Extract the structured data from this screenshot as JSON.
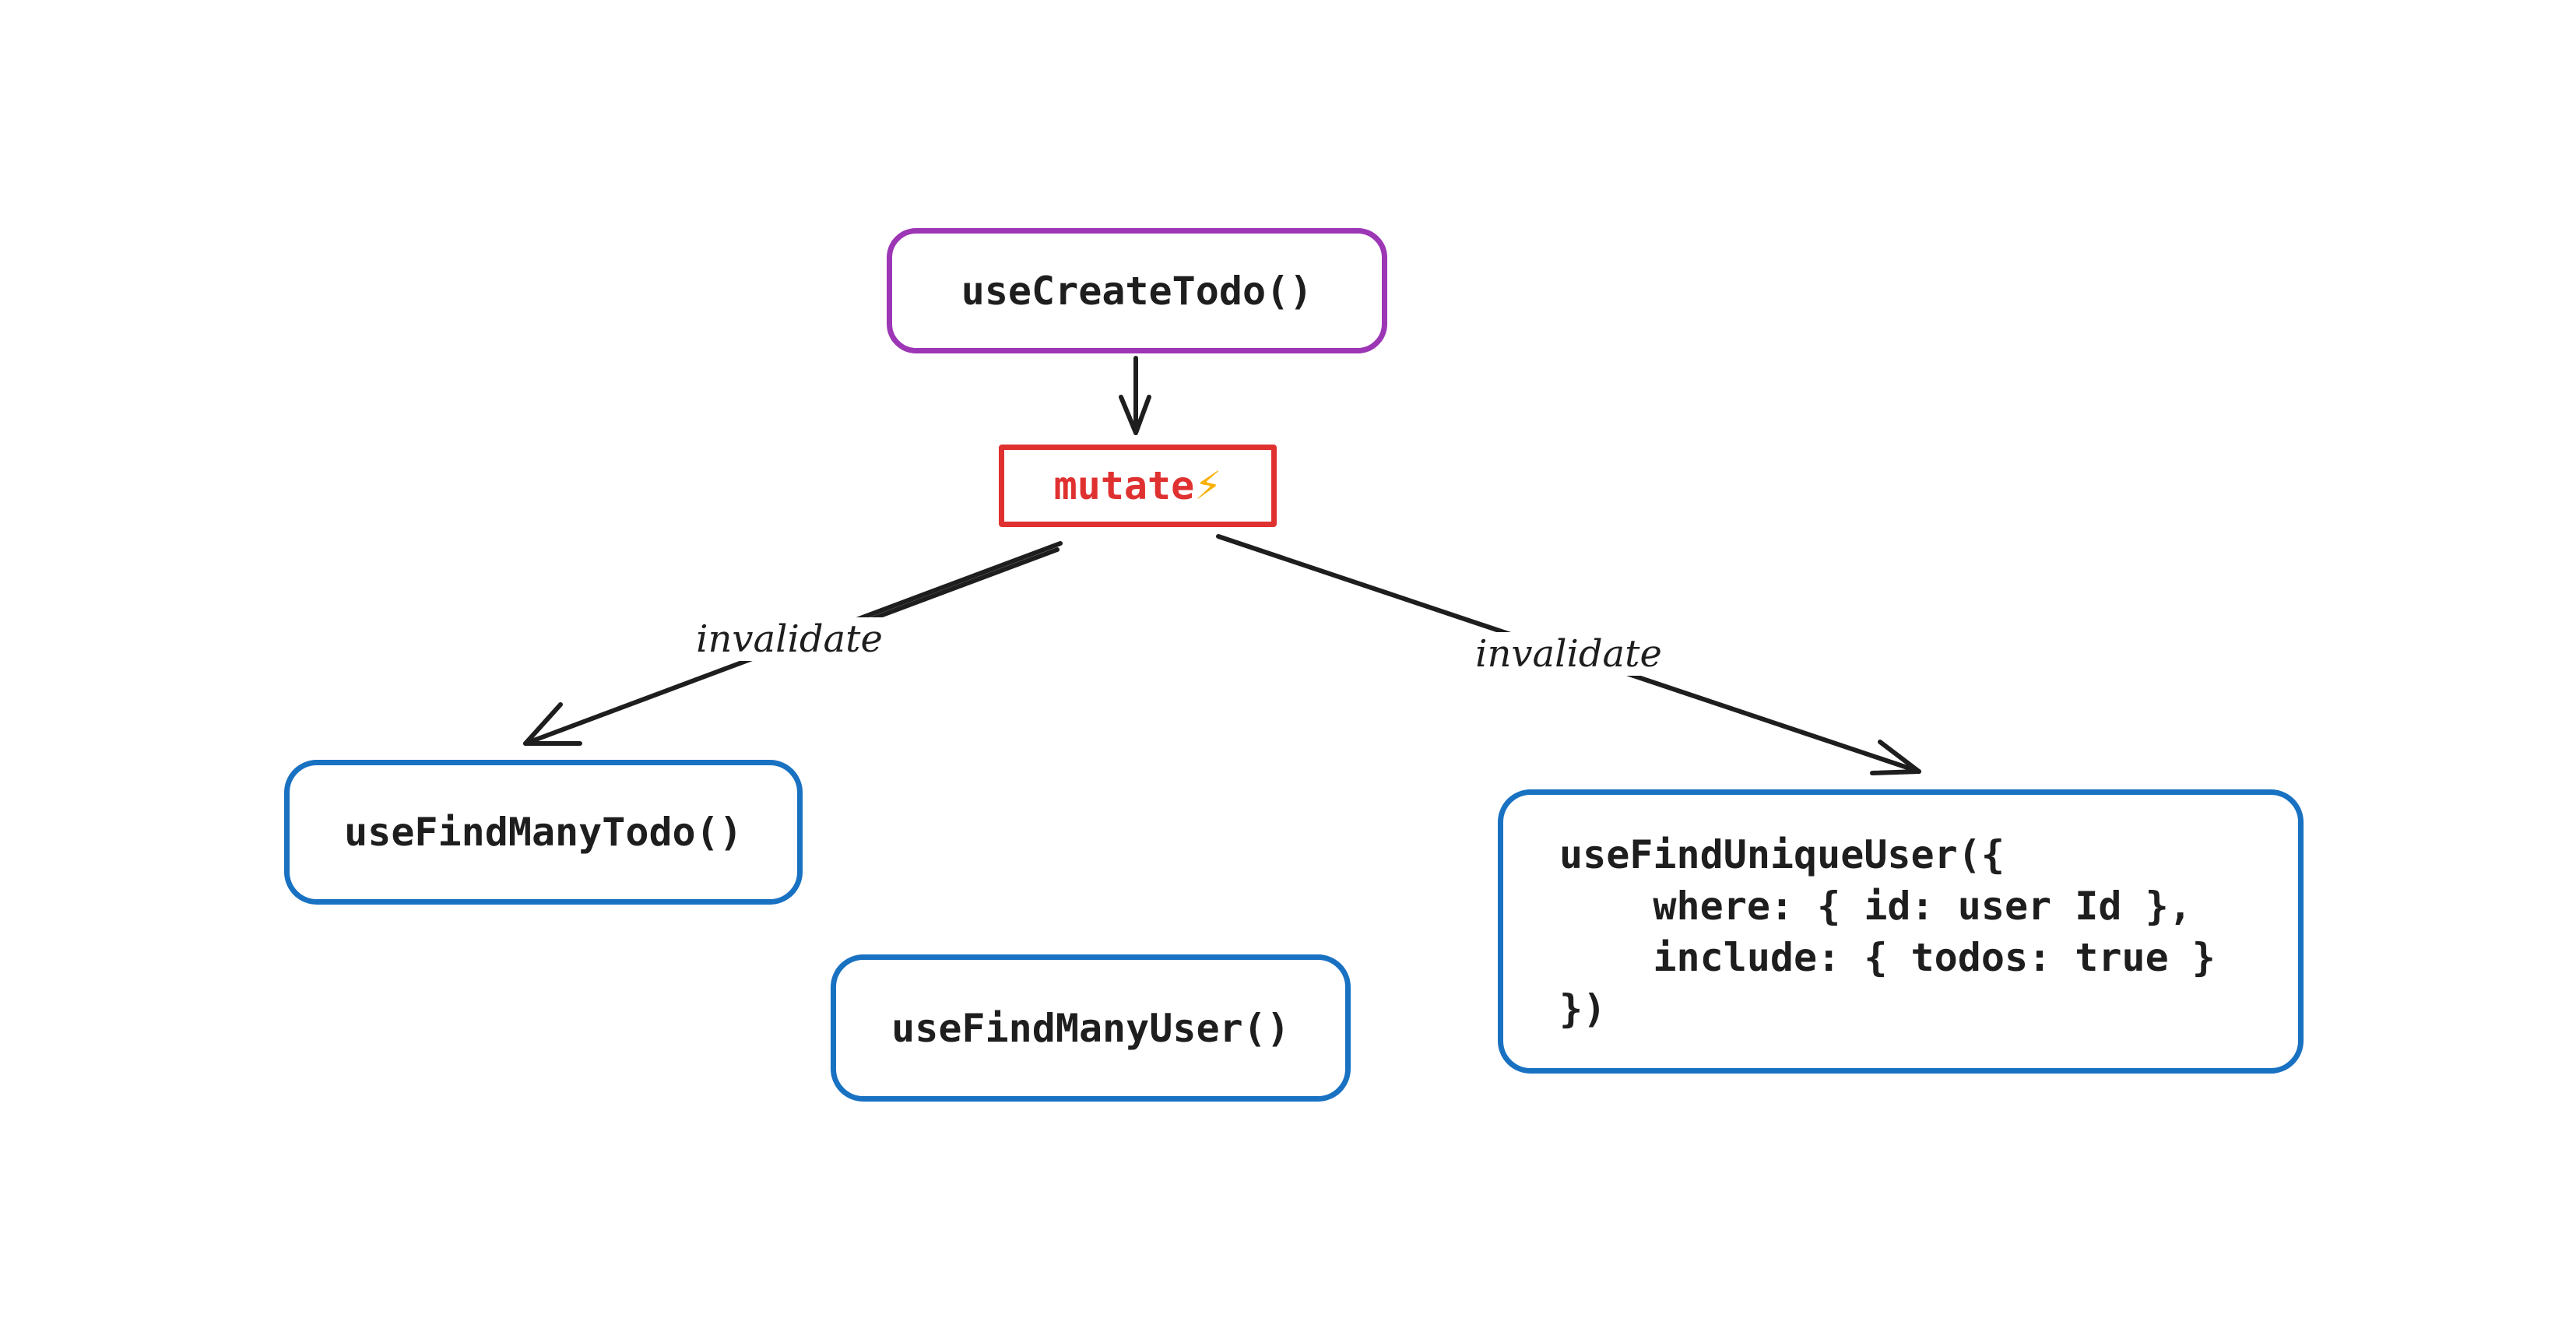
{
  "nodes": {
    "create": "useCreateTodo()",
    "mutate": "mutate",
    "mutate_icon": "lightning-bolt-icon",
    "find_many_todo": "useFindManyTodo()",
    "find_many_user": "useFindManyUser()",
    "find_unique_user": "useFindUniqueUser({\n    where: { id: user Id },\n    include: { todos: true }\n})"
  },
  "edges": {
    "left_label": "invalidate",
    "right_label": "invalidate"
  },
  "colors": {
    "create": "#9c36b5",
    "mutate": "#e03131",
    "query": "#1971c2",
    "bolt": "#fab005"
  }
}
